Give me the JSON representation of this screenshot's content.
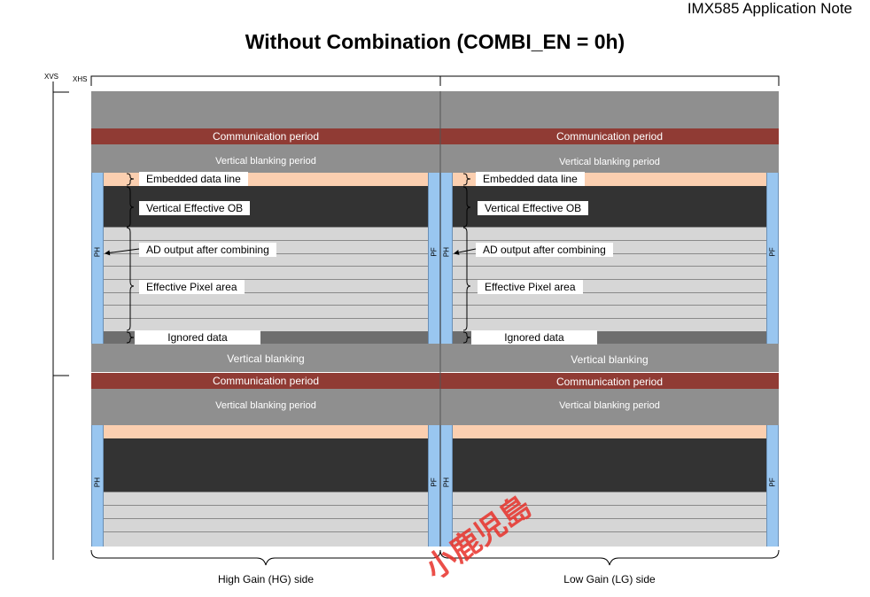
{
  "header_note": "IMX585 Application Note",
  "title": "Without Combination (COMBI_EN = 0h)",
  "signals": {
    "xvs": "XVS",
    "xhs": "XHS"
  },
  "hg_panel": {
    "comm_top": "Communication period",
    "vbp_top": "Vertical blanking period",
    "vblank": "Vertical blanking",
    "comm_bottom": "Communication period",
    "vbp_bottom": "Vertical blanking period",
    "ph": "PH",
    "pf": "PF",
    "callouts": {
      "embedded": "Embedded data line",
      "ob": "Vertical Effective OB",
      "ad": "AD output after combining",
      "pixel": "Effective Pixel area",
      "ignored": "Ignored data"
    }
  },
  "lg_panel": {
    "comm_top": "Communication period",
    "vbp_top": "Vertical blanking period",
    "vblank": "Vertical blanking",
    "comm_bottom": "Communication period",
    "vbp_bottom": "Vertical blanking period",
    "ph": "PH",
    "pf": "PF",
    "callouts": {
      "embedded": "Embedded data line",
      "ob": "Vertical Effective OB",
      "ad": "AD output after combining",
      "pixel": "Effective Pixel area",
      "ignored": "Ignored data"
    }
  },
  "bottom_labels": {
    "hg": "High Gain (HG) side",
    "lg": "Low Gain (LG) side"
  },
  "watermark": "小鹿児島",
  "colors": {
    "communication": "#903b34",
    "blanking": "#8f8f8f",
    "embedded": "#fbcfb0",
    "ob": "#333333",
    "pixel": "#d6d6d6",
    "ph_pf": "#99c6f0"
  }
}
